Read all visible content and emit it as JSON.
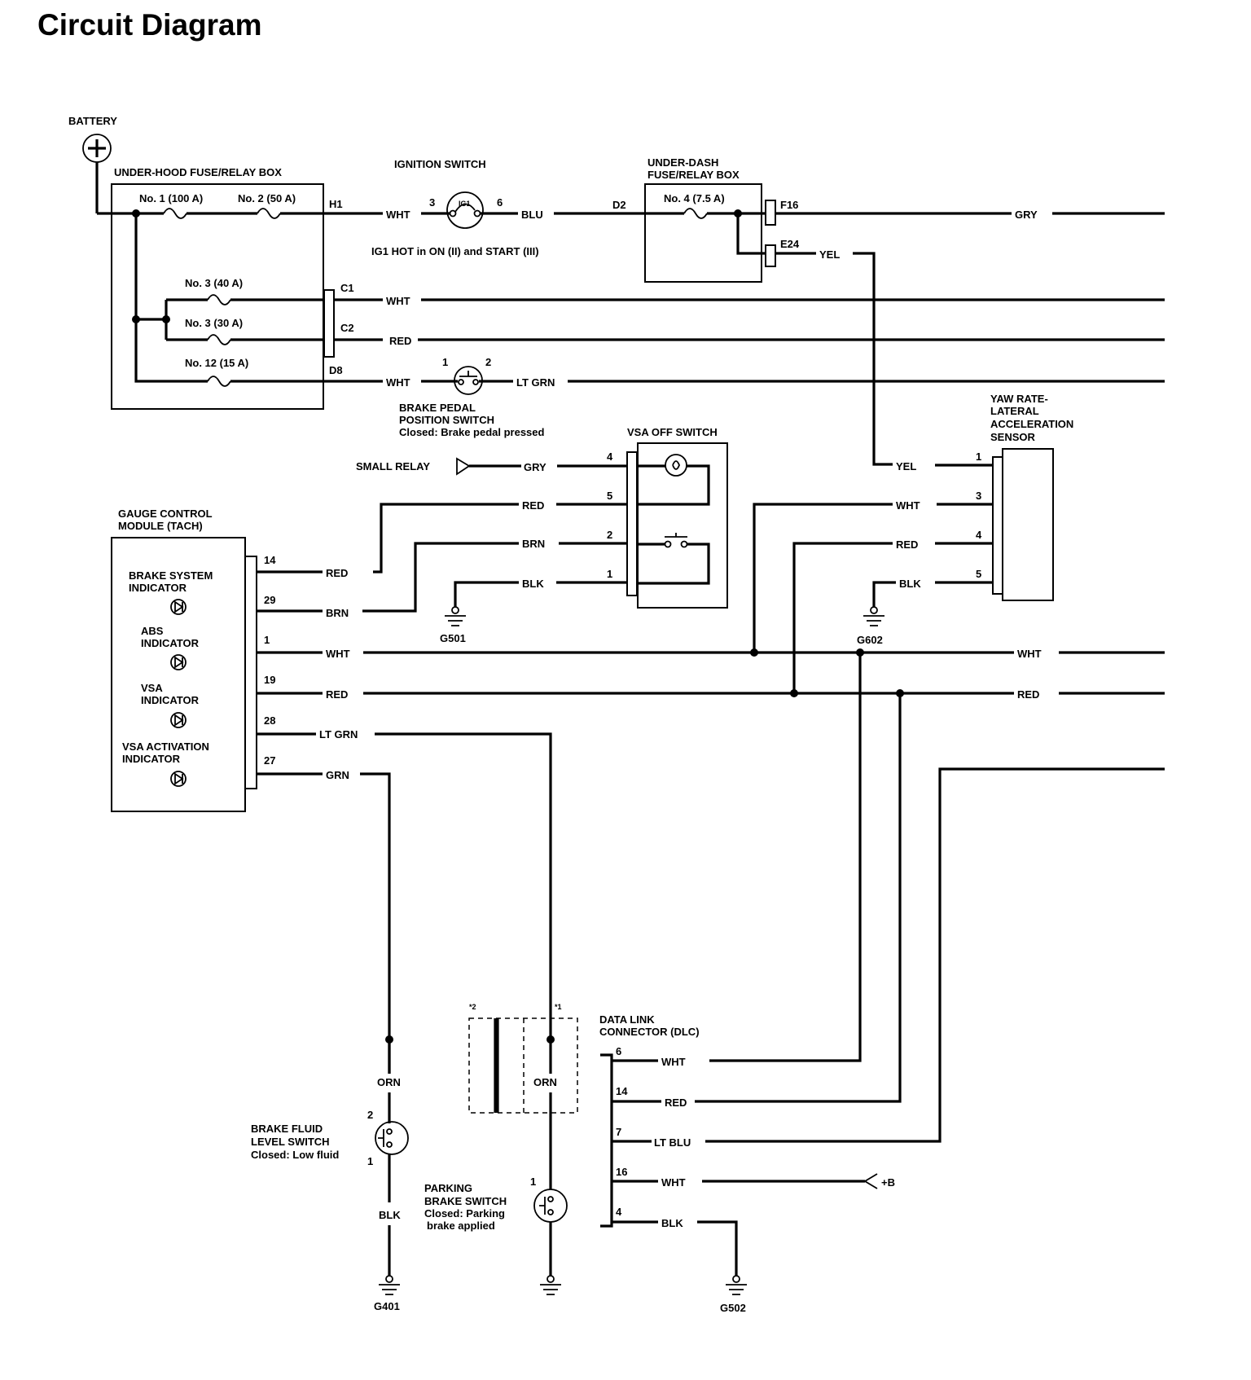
{
  "title": "Circuit Diagram",
  "components": {
    "battery": "BATTERY",
    "underhood_box": "UNDER-HOOD FUSE/RELAY BOX",
    "ignition_switch": "IGNITION SWITCH",
    "ignition_symbol": "IG1",
    "ignition_note": "IG1 HOT in ON (II) and START (III)",
    "underdash_box_line1": "UNDER-DASH",
    "underdash_box_line2": "FUSE/RELAY BOX",
    "brake_pedal_line1": "BRAKE PEDAL",
    "brake_pedal_line2": "POSITION SWITCH",
    "brake_pedal_note": "Closed: Brake pedal pressed",
    "small_relay": "SMALL RELAY",
    "vsa_off_switch": "VSA OFF SWITCH",
    "yaw_line1": "YAW RATE-",
    "yaw_line2": "LATERAL",
    "yaw_line3": "ACCELERATION",
    "yaw_line4": "SENSOR",
    "gauge_line1": "GAUGE CONTROL",
    "gauge_line2": "MODULE (TACH)",
    "ind_brake_1": "BRAKE SYSTEM",
    "ind_brake_2": "INDICATOR",
    "ind_abs_1": "ABS",
    "ind_abs_2": "INDICATOR",
    "ind_vsa_1": "VSA",
    "ind_vsa_2": "INDICATOR",
    "ind_vsaact_1": "VSA ACTIVATION",
    "ind_vsaact_2": "INDICATOR",
    "dlc_line1": "DATA LINK",
    "dlc_line2": "CONNECTOR (DLC)",
    "bfl_line1": "BRAKE FLUID",
    "bfl_line2": "LEVEL SWITCH",
    "bfl_note": "Closed: Low fluid",
    "pbs_line1": "PARKING",
    "pbs_line2": "BRAKE SWITCH",
    "pbs_note1": "Closed: Parking",
    "pbs_note2": "brake applied",
    "plus_b": "+B",
    "note_star2": "*2",
    "note_star1": "*1"
  },
  "fuses": {
    "f1": "No. 1 (100 A)",
    "f2": "No. 2 (50 A)",
    "f3a": "No. 3 (40 A)",
    "f3b": "No. 3 (30 A)",
    "f12": "No. 12 (15 A)",
    "f4": "No. 4 (7.5 A)"
  },
  "terminals": {
    "h1": "H1",
    "c1": "C1",
    "c2": "C2",
    "d8": "D8",
    "d2": "D2",
    "f16": "F16",
    "e24": "E24",
    "ig_in": "3",
    "ig_out": "6",
    "bp_1": "1",
    "bp_2": "2",
    "vsa_4": "4",
    "vsa_5": "5",
    "vsa_2": "2",
    "vsa_1": "1",
    "yaw_1": "1",
    "yaw_3": "3",
    "yaw_4": "4",
    "yaw_5": "5",
    "gcm_14": "14",
    "gcm_29": "29",
    "gcm_1": "1",
    "gcm_19": "19",
    "gcm_28": "28",
    "gcm_27": "27",
    "dlc_6": "6",
    "dlc_14": "14",
    "dlc_7": "7",
    "dlc_16": "16",
    "dlc_4": "4",
    "bfl_2": "2",
    "bfl_1": "1",
    "pbs_1": "1"
  },
  "wires": {
    "h1_wht": "WHT",
    "ig_blu": "BLU",
    "f16_gry": "GRY",
    "e24_yel": "YEL",
    "c1_wht": "WHT",
    "c2_red": "RED",
    "d8_wht": "WHT",
    "bp_ltgrn": "LT GRN",
    "relay_gry": "GRY",
    "vsa5_red": "RED",
    "vsa2_brn": "BRN",
    "vsa1_blk": "BLK",
    "yaw1_yel": "YEL",
    "yaw3_wht": "WHT",
    "yaw4_red": "RED",
    "yaw5_blk": "BLK",
    "gcm14_red": "RED",
    "gcm29_brn": "BRN",
    "gcm1_wht": "WHT",
    "gcm19_red": "RED",
    "gcm28_ltgrn": "LT GRN",
    "gcm27_grn": "GRN",
    "bus_wht": "WHT",
    "bus_red": "RED",
    "orn_left": "ORN",
    "orn_right": "ORN",
    "blk_bfl": "BLK",
    "dlc6_wht": "WHT",
    "dlc14_red": "RED",
    "dlc7_ltblu": "LT BLU",
    "dlc16_wht": "WHT",
    "dlc4_blk": "BLK"
  },
  "grounds": {
    "g501": "G501",
    "g602": "G602",
    "g401": "G401",
    "g502": "G502"
  }
}
